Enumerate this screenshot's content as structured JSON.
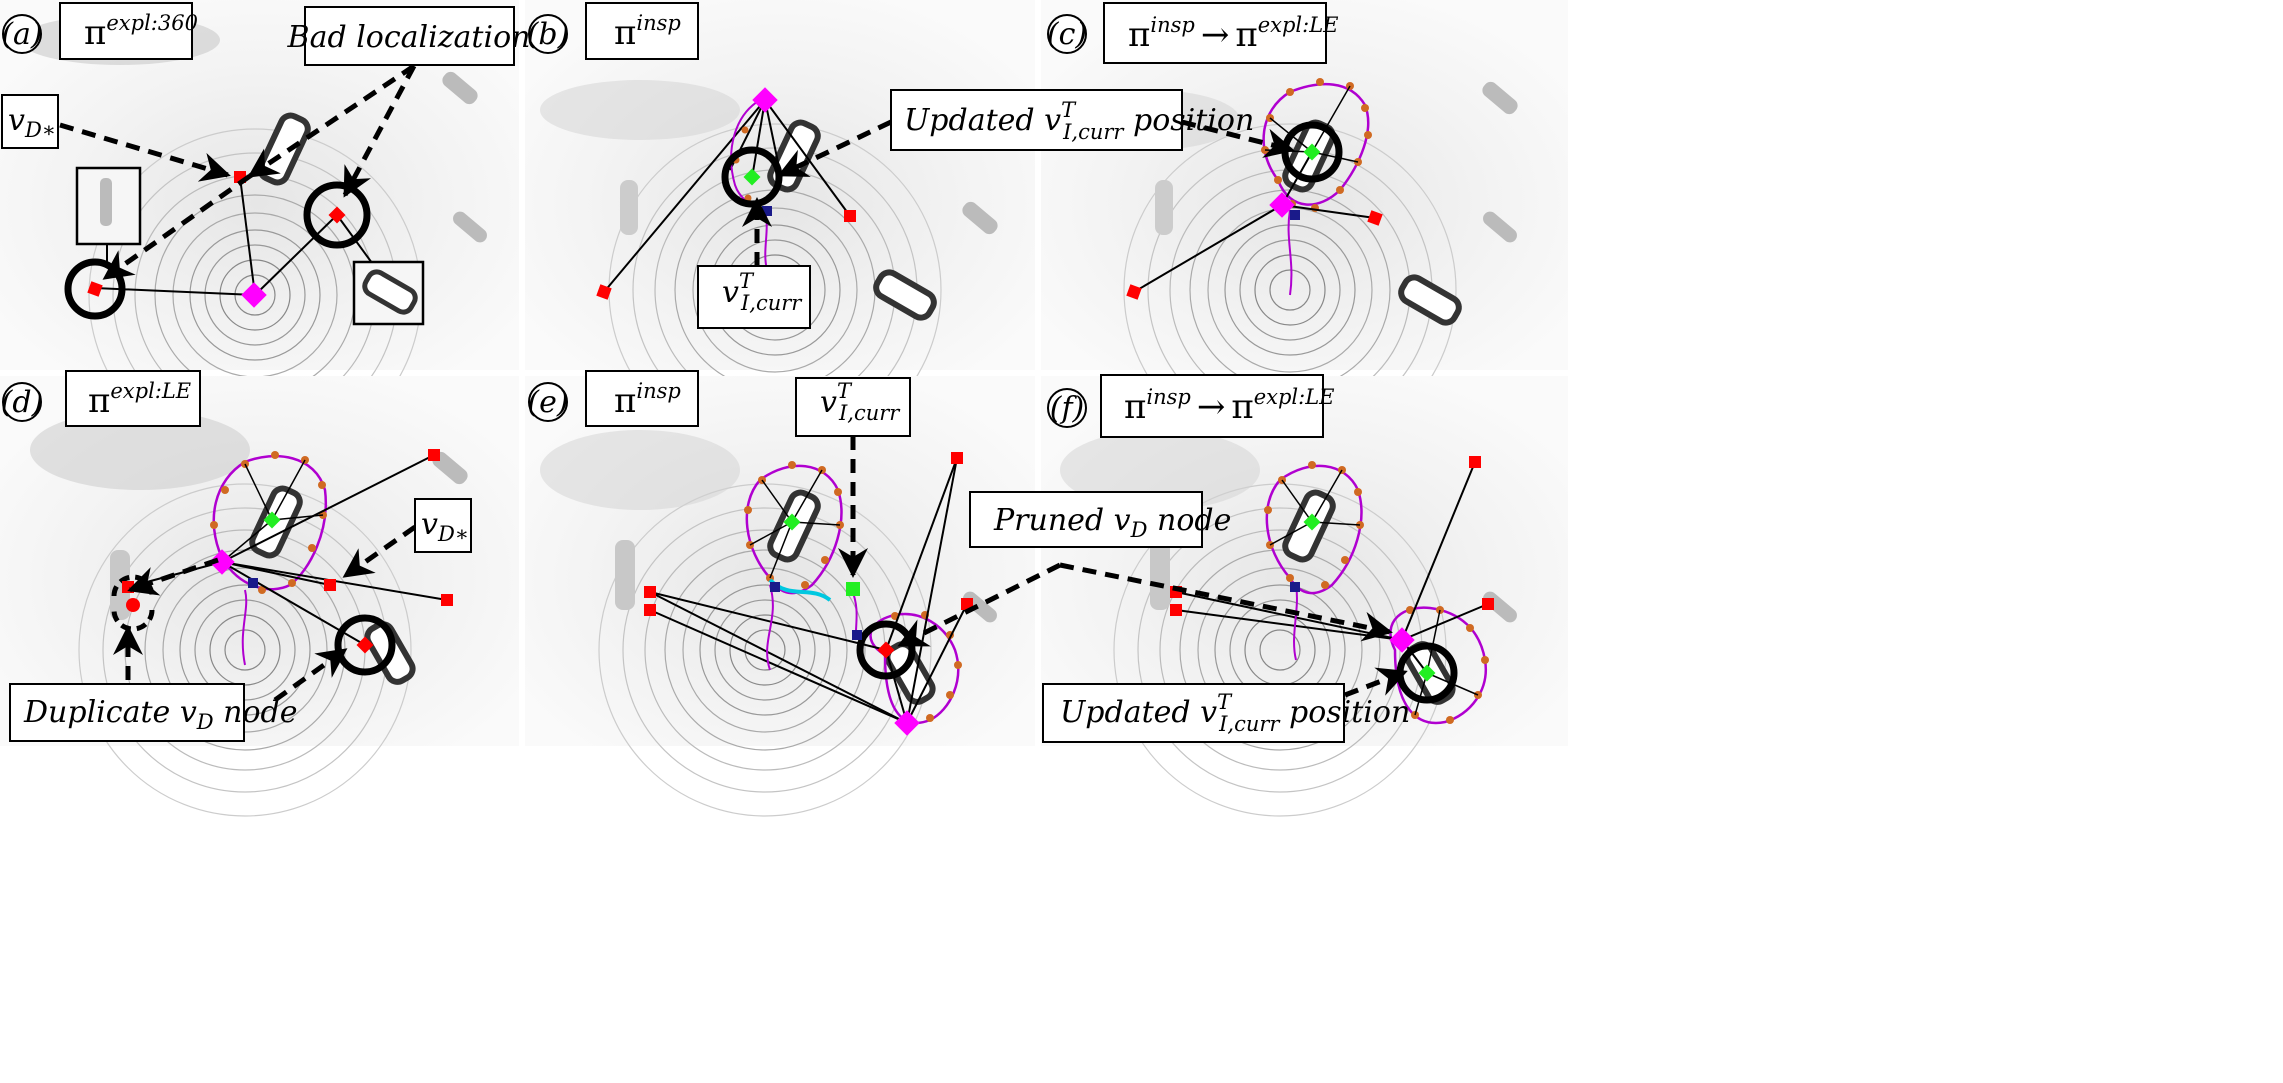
{
  "panels": [
    {
      "id": "a",
      "letter": "(a)",
      "policy": {
        "base": "π",
        "sup": "expl:360"
      }
    },
    {
      "id": "b",
      "letter": "(b)",
      "policy": {
        "base": "π",
        "sup": "insp"
      }
    },
    {
      "id": "c",
      "letter": "(c)",
      "policy": {
        "base": "π",
        "sup": "insp",
        "arrow": "→",
        "base2": "π",
        "sup2": "expl:LE"
      }
    },
    {
      "id": "d",
      "letter": "(d)",
      "policy": {
        "base": "π",
        "sup": "expl:LE"
      }
    },
    {
      "id": "e",
      "letter": "(e)",
      "policy": {
        "base": "π",
        "sup": "insp"
      }
    },
    {
      "id": "f",
      "letter": "(f)",
      "policy": {
        "base": "π",
        "sup": "insp",
        "arrow": "→",
        "base2": "π",
        "sup2": "expl:LE"
      }
    }
  ],
  "annotations": {
    "bad_localization": "Bad localization",
    "vd_star": "v",
    "vd_star_sub": "D∗",
    "updated_position_prefix": "Updated ",
    "updated_position_v": "v",
    "updated_position_suffix": " position",
    "v_sup": "T",
    "v_sub": "I,curr",
    "pruned_prefix": "Pruned ",
    "pruned_sub": "D",
    "pruned_suffix": " node",
    "duplicate_prefix": "Duplicate ",
    "duplicate_sub": "D",
    "duplicate_suffix": " node"
  },
  "colors": {
    "background": "#f2f2f2",
    "graph_node_red": "#ff0000",
    "current_node_green": "#22ee22",
    "robot_magenta": "#ff00ff",
    "path_purple": "#b000d0",
    "waypoint_orange": "#d06a22",
    "cyan": "#00c8e0",
    "navy": "#1a1a8a"
  }
}
